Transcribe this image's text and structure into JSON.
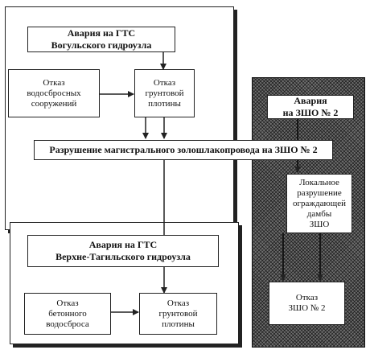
{
  "top_panel": {
    "header_lines": [
      "Авария на ГТС",
      "Вогульского гидроузла"
    ],
    "left_box_lines": [
      "Отказ",
      "водосбросных",
      "сооружений"
    ],
    "right_box_lines": [
      "Отказ",
      "грунтовой",
      "плотины"
    ]
  },
  "banner": {
    "text": "Разрушение магистрального золошлакопровода на ЗШО № 2"
  },
  "bottom_panel": {
    "header_lines": [
      "Авария на ГТС",
      "Верхне-Тагильского гидроузла"
    ],
    "left_box_lines": [
      "Отказ",
      "бетонного",
      "водосброса"
    ],
    "right_box_lines": [
      "Отказ",
      "грунтовой",
      "плотины"
    ]
  },
  "right_panel": {
    "header_lines": [
      "Авария",
      "на ЗШО № 2"
    ],
    "middle_box_lines": [
      "Локальное",
      "разрушение",
      "ограждающей",
      "дамбы",
      "ЗШО"
    ],
    "bottom_box_lines": [
      "Отказ",
      "ЗШО № 2"
    ]
  },
  "colors": {
    "line": "#222222",
    "hatch": "#6f6f6f"
  }
}
